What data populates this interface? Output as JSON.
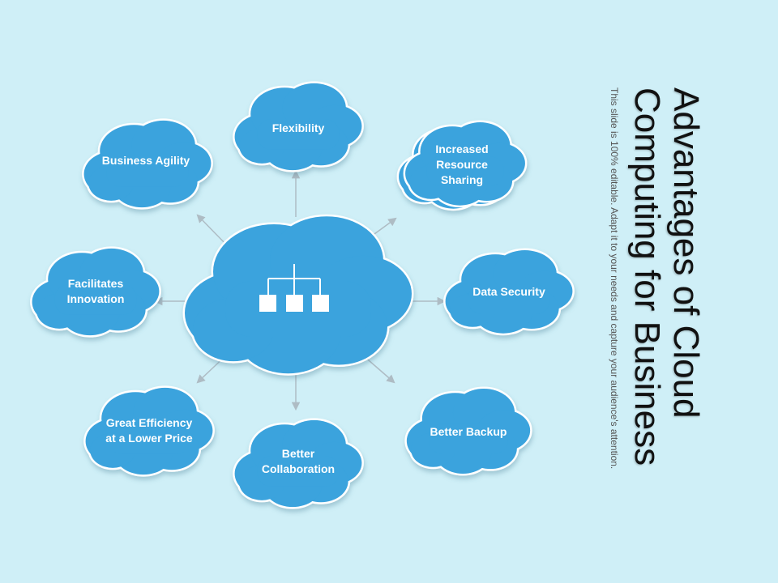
{
  "title": "Advantages of Cloud Computing for Business",
  "subtitle": "This slide is 100% editable. Adapt it to your needs and capture your audience's attention.",
  "colors": {
    "background": "#cfeff7",
    "cloud_fill": "#3aa3dd",
    "cloud_rim": "#ffffff",
    "arrow": "#aebcc4",
    "hub_icon": "#ffffff"
  },
  "hub_icon": "hierarchy-icon",
  "nodes": [
    {
      "label": "Flexibility"
    },
    {
      "label": "Increased\nResource\nSharing"
    },
    {
      "label": "Data Security"
    },
    {
      "label": "Better Backup"
    },
    {
      "label": "Better\nCollaboration"
    },
    {
      "label": "Great Efficiency\nat a Lower Price"
    },
    {
      "label": "Facilitates\nInnovation"
    },
    {
      "label": "Business Agility"
    }
  ]
}
